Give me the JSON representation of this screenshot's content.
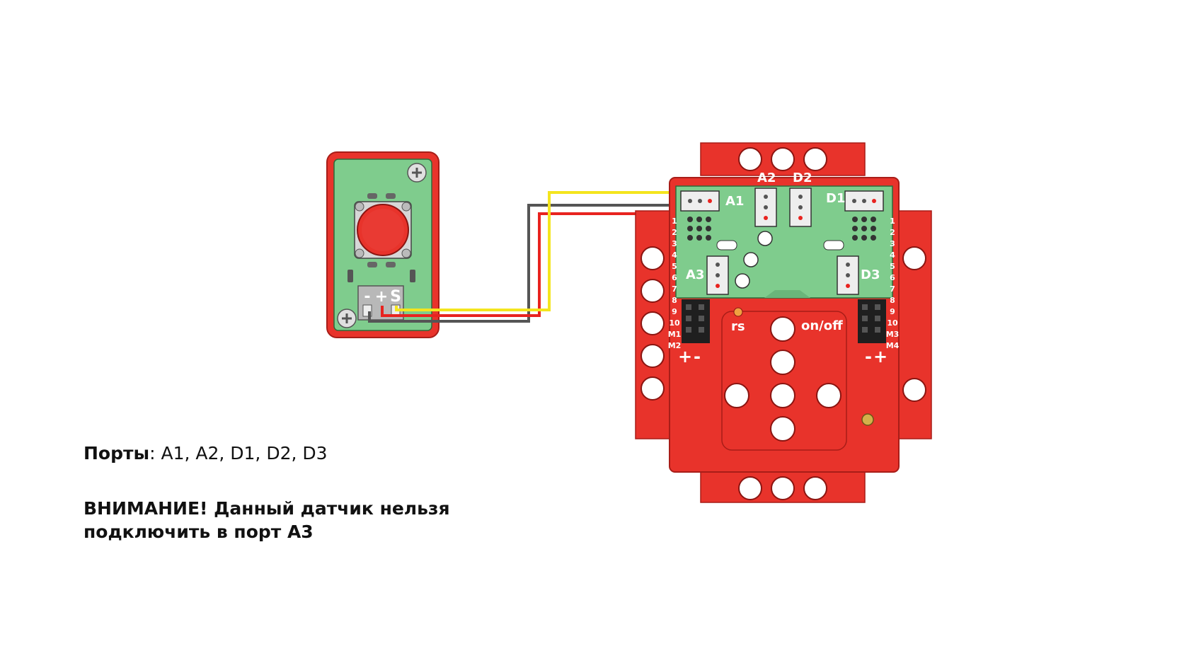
{
  "sensor": {
    "pins": [
      "-",
      "+",
      "S"
    ]
  },
  "board": {
    "ports": {
      "A1": "A1",
      "A2": "A2",
      "A3": "A3",
      "D1": "D1",
      "D2": "D2",
      "D3": "D3"
    },
    "pin_numbers": [
      "1",
      "2",
      "3",
      "4",
      "5",
      "6",
      "7",
      "8",
      "9",
      "10"
    ],
    "motor_left": [
      "M1",
      "M2"
    ],
    "motor_right": [
      "M3",
      "M4"
    ],
    "rs_label": "rs",
    "power_label": "on/off"
  },
  "wires": [
    {
      "color": "#f4e51e",
      "from": "S",
      "to": "A1"
    },
    {
      "color": "#e8231f",
      "from": "+",
      "to": "A1"
    },
    {
      "color": "#555555",
      "from": "-",
      "to": "A1"
    }
  ],
  "notes": {
    "ports_label": "Порты",
    "ports_value": ": A1, A2, D1, D2, D3",
    "warning_line1": "ВНИМАНИЕ! Данный датчик нельзя",
    "warning_line2": "подключить в порт A3"
  },
  "colors": {
    "body_red": "#e8332b",
    "pcb_green": "#7fcc8d",
    "dark_red": "#b0201b"
  }
}
